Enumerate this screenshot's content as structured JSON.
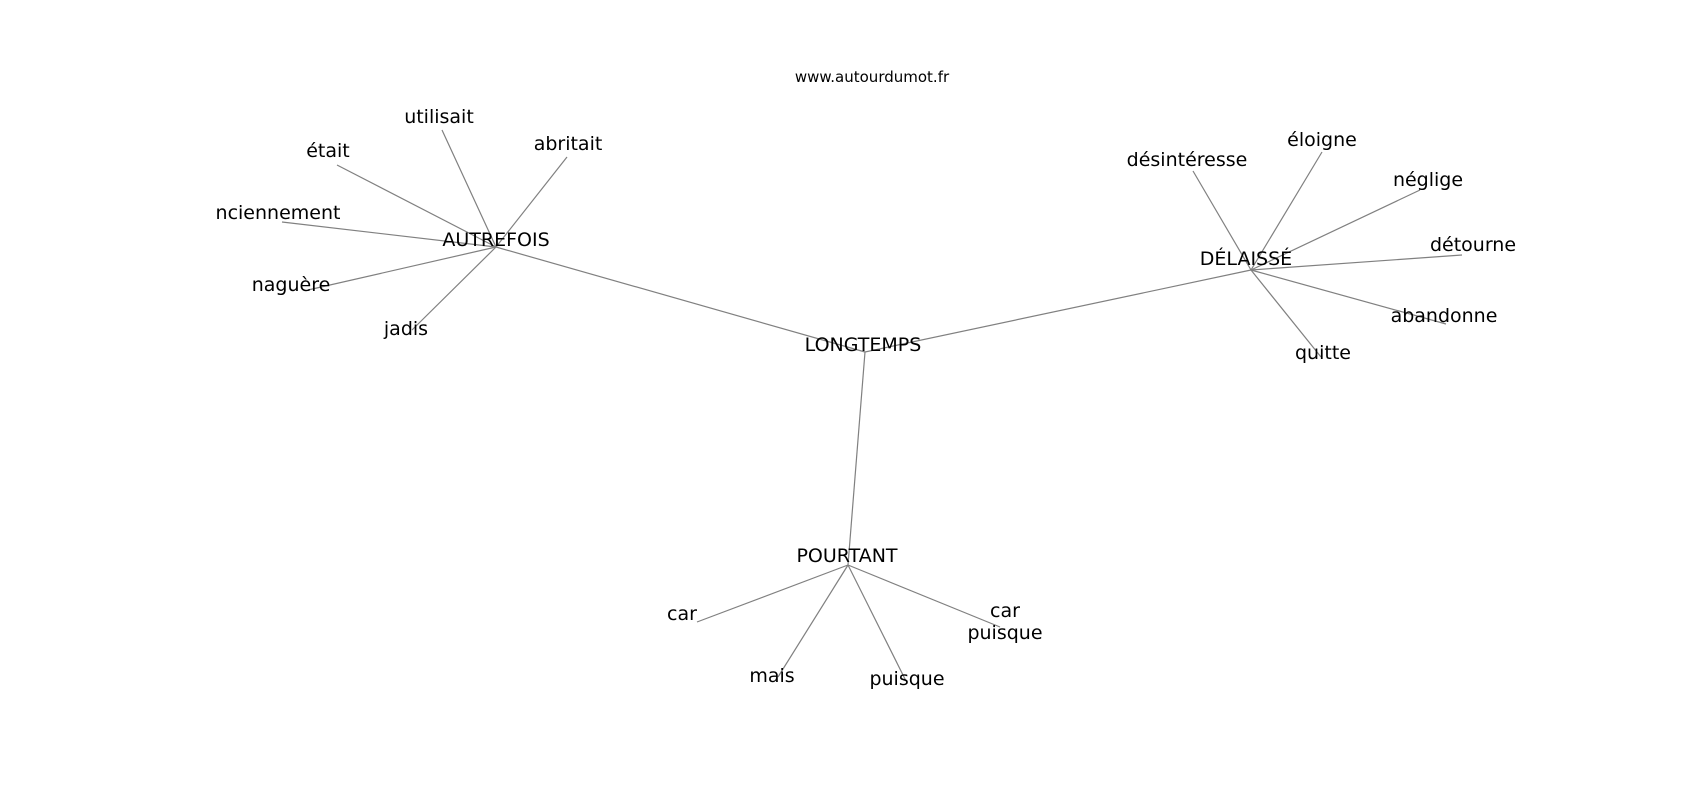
{
  "watermark": "www.autourdumot.fr",
  "colors": {
    "edge": "#808080",
    "text": "#000000",
    "background": "#ffffff"
  },
  "nodes": {
    "center": "LONGTEMPS",
    "autrefois": "AUTREFOIS",
    "delaisse": "DÉLAISSÉ",
    "pourtant": "POURTANT",
    "utilisait": "utilisait",
    "etait": "était",
    "abritait": "abritait",
    "anciennement": "nciennement",
    "naguere": "naguère",
    "jadis": "jadis",
    "desinteresse": "désintéresse",
    "eloigne": "éloigne",
    "neglige": "néglige",
    "detourne": "détourne",
    "abandonne": "abandonne",
    "quitte": "quitte",
    "car": "car",
    "mais": "mais",
    "puisque": "puisque",
    "car_puisque_line1": "car",
    "car_puisque_line2": "puisque"
  },
  "edges": [
    [
      "center",
      "autrefois"
    ],
    [
      "center",
      "delaisse"
    ],
    [
      "center",
      "pourtant"
    ],
    [
      "autrefois",
      "utilisait"
    ],
    [
      "autrefois",
      "etait"
    ],
    [
      "autrefois",
      "abritait"
    ],
    [
      "autrefois",
      "anciennement"
    ],
    [
      "autrefois",
      "naguere"
    ],
    [
      "autrefois",
      "jadis"
    ],
    [
      "delaisse",
      "desinteresse"
    ],
    [
      "delaisse",
      "eloigne"
    ],
    [
      "delaisse",
      "neglige"
    ],
    [
      "delaisse",
      "detourne"
    ],
    [
      "delaisse",
      "abandonne"
    ],
    [
      "delaisse",
      "quitte"
    ],
    [
      "pourtant",
      "car"
    ],
    [
      "pourtant",
      "mais"
    ],
    [
      "pourtant",
      "puisque"
    ],
    [
      "pourtant",
      "car_puisque"
    ]
  ]
}
